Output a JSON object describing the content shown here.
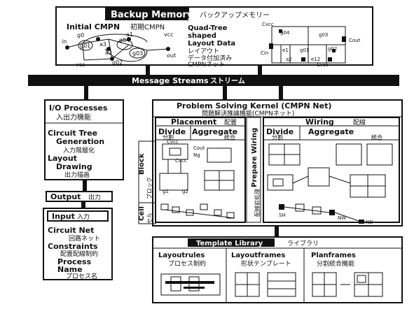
{
  "backup": {
    "title": "Backup Memory",
    "title_jp": "バックアップメモリー",
    "initial_cmpn": "Initial CMPN",
    "initial_cmpn_jp": "初期CMPN",
    "graph_labels": [
      "g0",
      "g04",
      "g01",
      "g03",
      "a2",
      "a3",
      "g02",
      "a1",
      "vcc",
      "out",
      "in",
      "vcc"
    ],
    "quad_title_1": "Quad-Tree",
    "quad_title_2": "shaped",
    "quad_title_3": "Layout Data",
    "quad_jp_1": "レイアウト",
    "quad_jp_2": "データ付加済み",
    "quad_jp_3": "CMPNネット",
    "quad_labels": [
      "Cvcc",
      "g04",
      "g03",
      "Cin",
      "e1",
      "g01",
      "g02",
      "Cout",
      "a2",
      "e12",
      "Cvcc"
    ]
  },
  "stream": {
    "label": "Message Streams",
    "label_jp": "ストリーム"
  },
  "io": {
    "title": "I/O Processes",
    "title_jp": "入出力機能",
    "ct_1": "Circuit Tree",
    "ct_2": "Generation",
    "ct_jp": "入力階層化",
    "ld_1": "Layout",
    "ld_2": "Drawing",
    "ld_jp": "出力描画"
  },
  "output": {
    "title": "Output",
    "title_jp": "出力"
  },
  "input": {
    "title": "Input",
    "title_jp": "入力",
    "circuit_net": "Circuit Net",
    "circuit_net_jp": "回路ネット",
    "constraints": "Constraints",
    "constraints_jp": "配置配線制約",
    "process": "Process",
    "name": "Name",
    "process_jp": "プロセス名"
  },
  "psk": {
    "title": "Problem Solving Kernel (CMPN Net)",
    "title_jp": "問題解決推論機能(CMPNネット)",
    "placement": "Placement",
    "placement_jp": "配置",
    "wiring": "Wiring",
    "wiring_jp": "配線",
    "divide": "Divide",
    "divide_jp": "分割",
    "aggregate": "Aggregate",
    "aggregate_jp": "統合",
    "block": "Block",
    "block_jp": "ブロック",
    "cell": "Cell",
    "cell_jp": "セル",
    "prepare_wiring": "Prepare Wiring",
    "prepare_wiring_jp": "配線前処理",
    "block_labels": [
      "Cvcc",
      "Cout",
      "Ng",
      "Cvcc",
      "g1",
      "g2"
    ],
    "wiring_labels": [
      "SH",
      "NW",
      "ND"
    ]
  },
  "template": {
    "title": "Template Library",
    "title_jp": "ライブラリ",
    "layoutrules": "Layoutrules",
    "layoutrules_jp": "プロセス制約",
    "layoutframes": "Layoutframes",
    "layoutframes_jp": "形状テンプレート",
    "planframes": "Planframes",
    "planframes_jp": "分割統合機能"
  }
}
